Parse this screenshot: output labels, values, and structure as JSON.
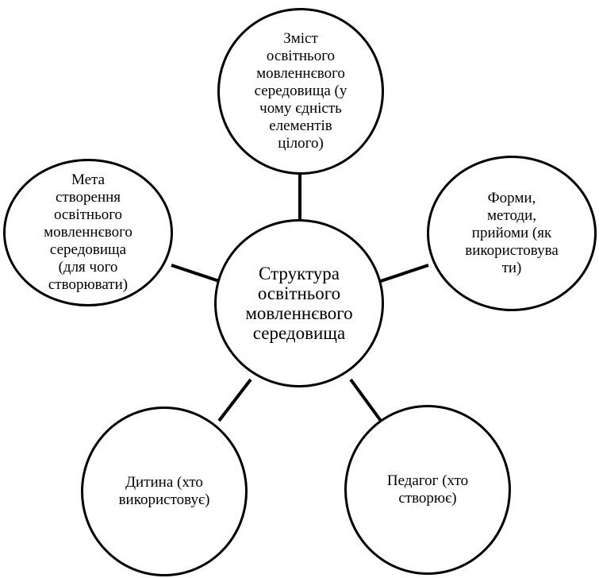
{
  "center": {
    "text": "Структура\nосвітнього\nмовленнєвого\nсередовища"
  },
  "nodes": {
    "top": {
      "text": "Зміст\nосвітнього\nмовленнєвого\nсередовища (у\nчому єдність\nелементів\nцілого)"
    },
    "left": {
      "text": "Мета\nстворення\nосвітнього\nмовленнєвого\nсередовища\n(для чого\nстворювати)"
    },
    "right": {
      "text": "Форми,\nметоди,\nприйоми (як\nвикористовува\nти)"
    },
    "bottom_left": {
      "text": "Дитина (хто\nвикористовує)"
    },
    "bottom_right": {
      "text": "Педагог  (хто\nстворює)"
    }
  }
}
